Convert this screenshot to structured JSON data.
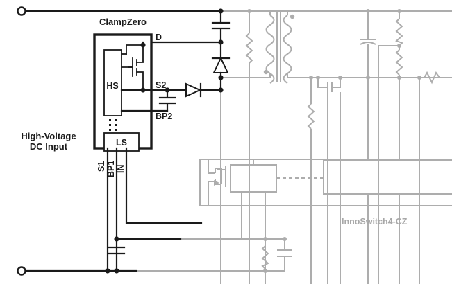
{
  "diagram": {
    "title_label": "ClampZero",
    "input_label_line1": "High-Voltage",
    "input_label_line2": "DC Input",
    "ic_label": "InnoSwitch4-CZ",
    "blocks": {
      "high_side": "HS",
      "low_side": "LS"
    },
    "pins": {
      "drain": "D",
      "source2": "S2",
      "bypass2": "BP2",
      "source1": "S1",
      "bypass1": "BP1",
      "input": "IN"
    },
    "colors": {
      "primary_stroke": "#1a1a1a",
      "secondary_stroke": "#adadad",
      "background": "#ffffff"
    },
    "components": {
      "clamp_capacitor": "capacitor",
      "clamp_diode": "diode",
      "bp2_capacitor": "capacitor",
      "series_diode": "diode",
      "bp1_capacitor": "capacitor",
      "transformer": "transformer",
      "primary_terminal_top": "terminal-node",
      "primary_terminal_bottom": "terminal-node"
    }
  }
}
